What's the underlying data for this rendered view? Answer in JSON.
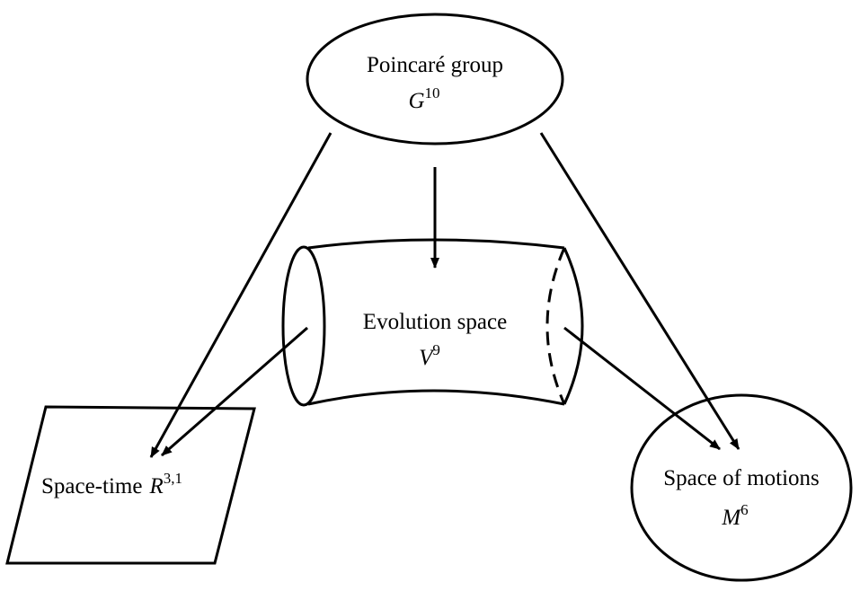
{
  "nodes": {
    "poincare": {
      "label": "Poincaré group",
      "symbol": "G",
      "superscript": "10"
    },
    "evolution": {
      "label": "Evolution space",
      "symbol": "V",
      "superscript": "9"
    },
    "spacetime": {
      "label": "Space-time",
      "symbol": "R",
      "superscript": "3,1"
    },
    "motions": {
      "label": "Space of motions",
      "symbol": "M",
      "superscript": "6"
    }
  },
  "edges": [
    {
      "from": "poincare",
      "to": "spacetime"
    },
    {
      "from": "poincare",
      "to": "evolution"
    },
    {
      "from": "poincare",
      "to": "motions"
    },
    {
      "from": "evolution",
      "to": "spacetime"
    },
    {
      "from": "evolution",
      "to": "motions"
    }
  ]
}
